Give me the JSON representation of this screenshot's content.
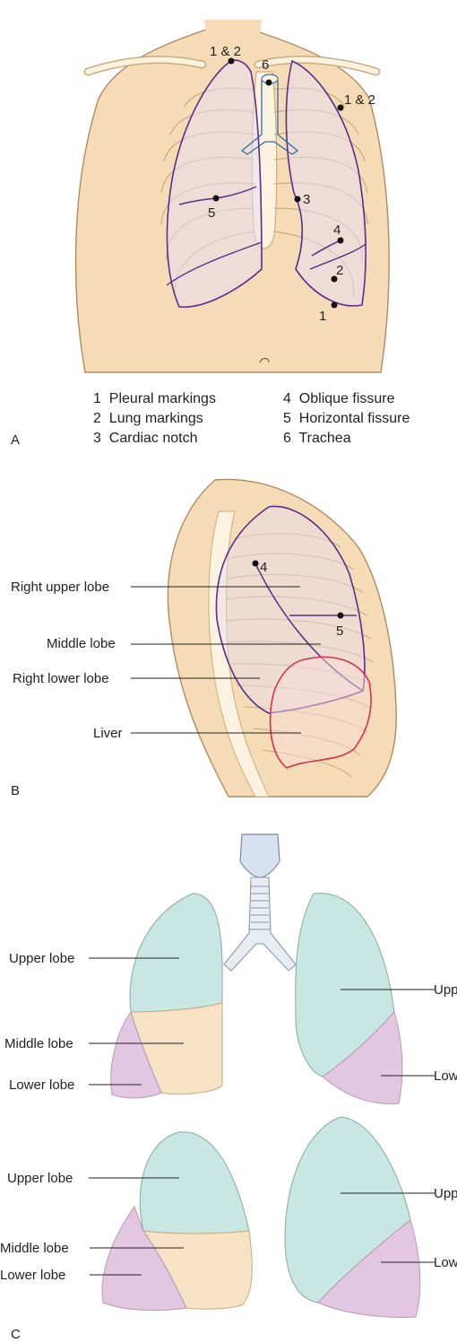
{
  "panel_a": {
    "letter": "A",
    "point_labels": {
      "p12_left": "1 & 2",
      "p12_right": "1 & 2",
      "p6": "6",
      "p3": "3",
      "p4": "4",
      "p5": "5",
      "p2": "2",
      "p1": "1"
    },
    "legend": [
      "1  Pleural markings",
      "2  Lung markings",
      "3  Cardiac notch",
      "4  Oblique fissure",
      "5  Horizontal fissure",
      "6  Trachea"
    ]
  },
  "panel_b": {
    "letter": "B",
    "labels": {
      "right_upper_lobe": "Right upper lobe",
      "middle_lobe": "Middle lobe",
      "right_lower_lobe": "Right lower lobe",
      "liver": "Liver"
    },
    "point_labels": {
      "p4": "4",
      "p5": "5"
    }
  },
  "panel_c": {
    "letter": "C",
    "labels": {
      "front_right_upper": "Upper lobe",
      "front_right_middle": "Middle lobe",
      "front_right_lower": "Lower lobe",
      "front_left_upper": "Upp",
      "front_left_lower": "Low",
      "back_right_upper": "Upper lobe",
      "back_right_middle": "Middle lobe",
      "back_right_lower": "Lower lobe",
      "back_left_upper": "Upp",
      "back_left_lower": "Low"
    }
  },
  "colors": {
    "skin": "#f6dcb6",
    "skin_outline": "#b08a63",
    "bone": "#fbf3e0",
    "bone_outline": "#c9ab7e",
    "lung_line": "#5b2d8e",
    "liver_line": "#d2334e",
    "upper_lobe": "#c8e6e2",
    "middle_lobe": "#f7e2c6",
    "lower_lobe": "#e3c6e1",
    "trachea": "#d7e1ef"
  }
}
